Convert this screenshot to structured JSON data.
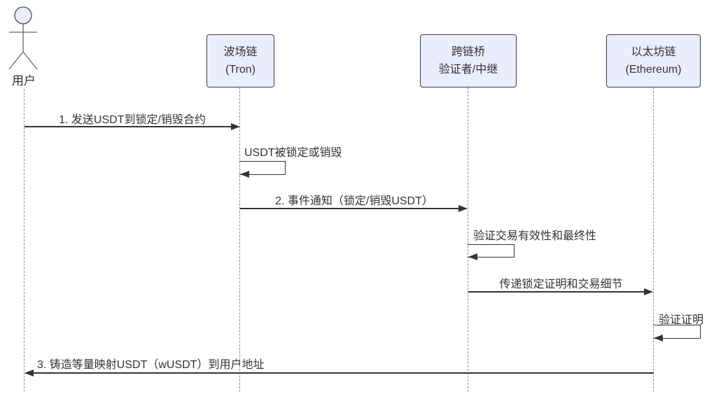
{
  "diagram": {
    "kind": "sequence-diagram",
    "actor": {
      "label": "用户"
    },
    "participants": [
      {
        "line1": "波场链",
        "line2": "(Tron)"
      },
      {
        "line1": "跨链桥",
        "line2": "验证者/中继"
      },
      {
        "line1": "以太坊链",
        "line2": "(Ethereum)"
      }
    ],
    "messages": [
      {
        "text": "1. 发送USDT到锁定/销毁合约",
        "from": "用户",
        "to": "波场链",
        "type": "arrow-right"
      },
      {
        "text": "USDT被锁定或销毁",
        "from": "波场链",
        "to": "波场链",
        "type": "self"
      },
      {
        "text": "2. 事件通知（锁定/销毁USDT）",
        "from": "波场链",
        "to": "跨链桥",
        "type": "arrow-right"
      },
      {
        "text": "验证交易有效性和最终性",
        "from": "跨链桥",
        "to": "跨链桥",
        "type": "self"
      },
      {
        "text": "传递锁定证明和交易细节",
        "from": "跨链桥",
        "to": "以太坊链",
        "type": "arrow-right"
      },
      {
        "text": "验证证明",
        "from": "以太坊链",
        "to": "以太坊链",
        "type": "self"
      },
      {
        "text": "3. 铸造等量映射USDT（wUSDT）到用户地址",
        "from": "以太坊链",
        "to": "用户",
        "type": "arrow-left"
      }
    ],
    "colors": {
      "participant_fill": "#ECECFF",
      "participant_border": "#3b3b4f",
      "message_line": "#333333",
      "lifeline": "#8c8c8c",
      "text": "#333333",
      "background": "#FFFFFF"
    }
  }
}
